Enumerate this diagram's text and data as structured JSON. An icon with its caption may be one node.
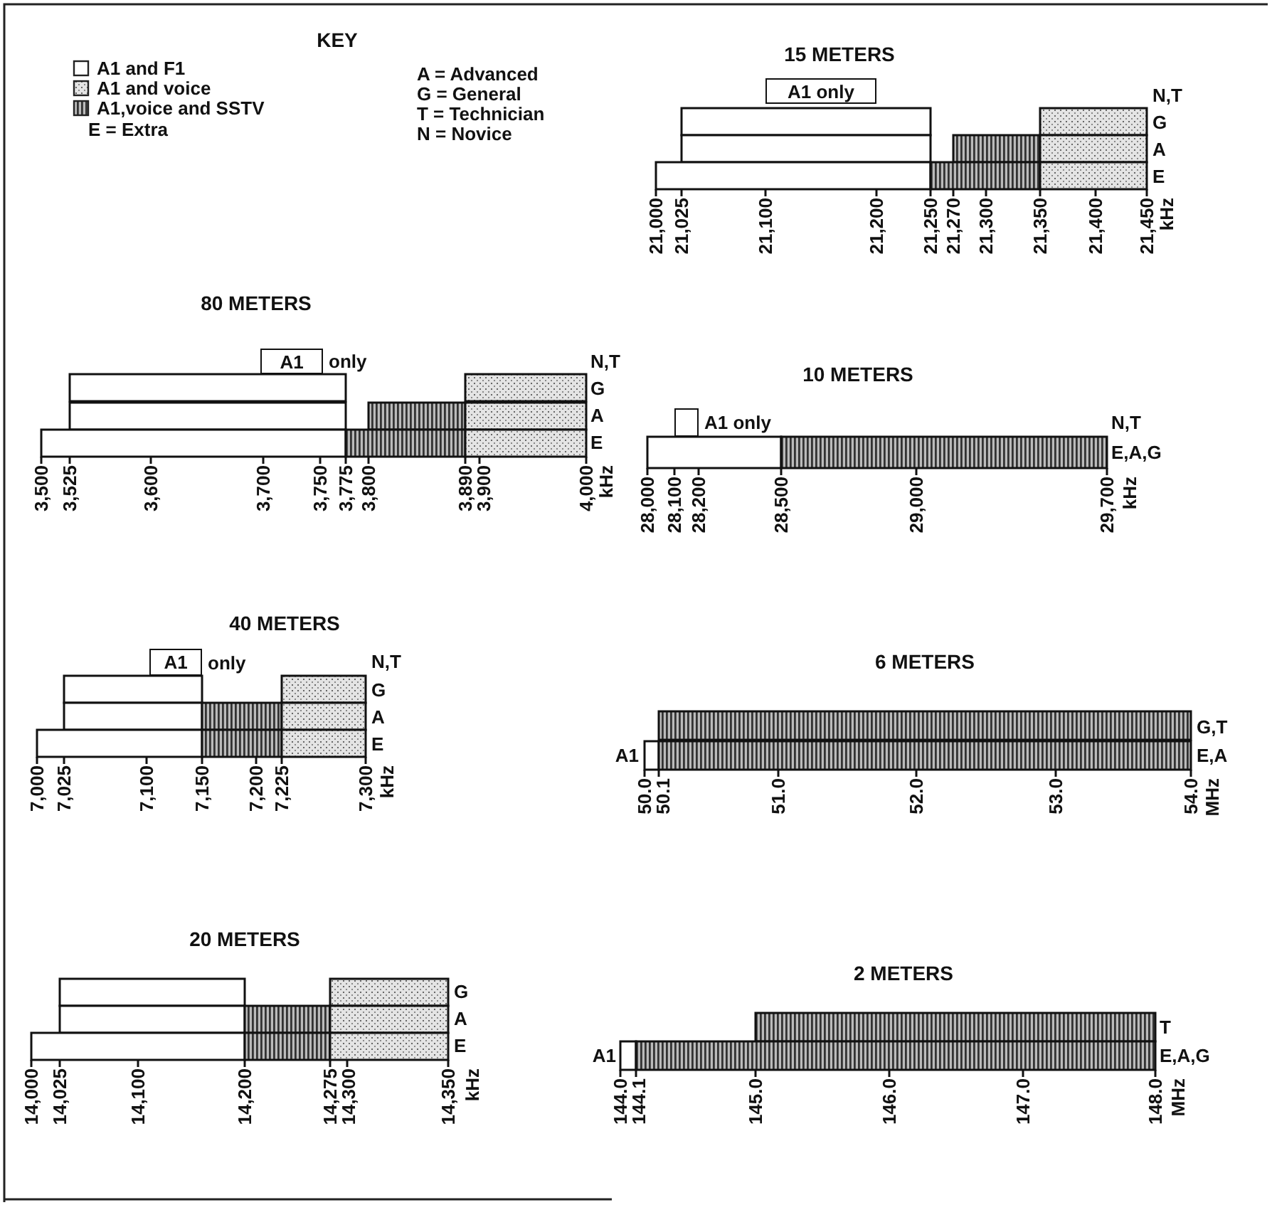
{
  "diagram": {
    "nodes": [
      {
        "text": [
          "A1 only"
        ]
      },
      {
        "text": [
          "A1"
        ],
        "beside": [
          "only"
        ]
      },
      {
        "text": [],
        "shape": "box",
        "beside": [
          "A1 only"
        ]
      },
      {
        "text": [
          "A1"
        ],
        "beside": [
          "only"
        ]
      }
    ],
    "labels": [
      "KEY",
      "A = Advanced",
      "G = General",
      "T = Technician",
      "E = Extra",
      "N = Novice",
      "15 METERS",
      "N,T",
      "G",
      "A",
      "E",
      "21,000",
      "21,025",
      "21,100",
      "21,200",
      "21,250",
      "21,270",
      "21,300",
      "21,350",
      "21,400",
      "21,450",
      "kHz",
      "80 METERS",
      "N,T",
      "G",
      "A",
      "E",
      "3,500",
      "3,525",
      "3,600",
      "3,700",
      "3,750",
      "3,775",
      "3,800",
      "3,890",
      "3,900",
      "4,000",
      "kHz",
      "10 METERS",
      "N,T",
      "E,A,G",
      "28,000",
      "28,100",
      "28,200",
      "28,500",
      "29,000",
      "29,700",
      "kHz",
      "40 METERS",
      "N,T",
      "G",
      "A",
      "E",
      "7,000",
      "7,025",
      "7,100",
      "7,150",
      "7,200",
      "7,225",
      "7,300",
      "kHz",
      "6 METERS",
      "A1",
      "G,T",
      "E,A",
      "50.0",
      "50.1",
      "51.0",
      "52.0",
      "53.0",
      "54.0",
      "MHz",
      "20 METERS",
      "G",
      "A",
      "E",
      "14,000",
      "14,025",
      "14,100",
      "14,200",
      "14,275",
      "14,300",
      "14,350",
      "kHz",
      "2 METERS",
      "A1",
      "T",
      "E,A,G",
      "144.0",
      "144.1",
      "145.0",
      "146.0",
      "147.0",
      "148.0",
      "MHz"
    ],
    "legend": [
      {
        "text": "A1 and F1"
      },
      {
        "text": "A1 and voice"
      },
      {
        "text": "A1,voice and SSTV"
      }
    ]
  }
}
